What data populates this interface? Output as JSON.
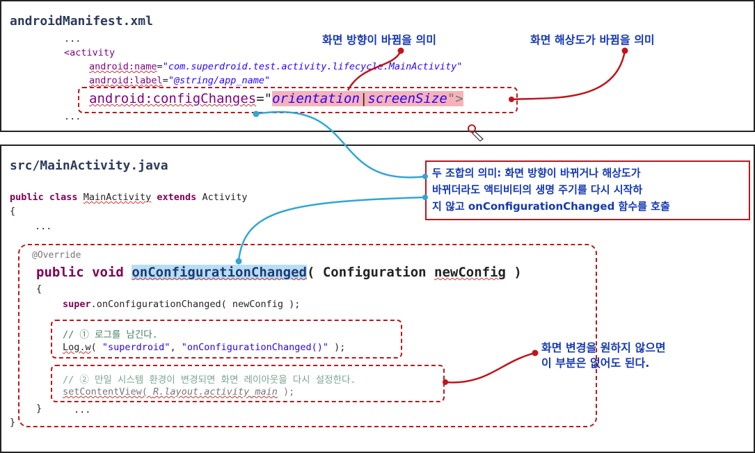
{
  "manifest": {
    "title": "androidManifest.xml",
    "dots_top": "...",
    "activity_open": "<activity",
    "name_attr": "android:name",
    "name_value": "\"com.superdroid.test.activity.lifecycle.MainActivity\"",
    "label_attr": "android:label",
    "label_value": "\"@string/app_name\"",
    "config_attr": "android:configChanges",
    "config_eq": "=\"",
    "config_orientation": "orientation",
    "config_pipe": "|",
    "config_screensize": "screenSize",
    "config_end": "\">",
    "dots_bottom": "...",
    "eq": "="
  },
  "callouts": {
    "orientation": "화면 방향이 바뀜을 의미",
    "screensize": "화면 해상도가 바뀜을 의미",
    "note_lines": [
      "두 조합의 의미: 화면 방향이 바뀌거나 해상도가",
      "바뀌더라도 액티비티의 생명 주기를 다시 시작하",
      "지 않고 onConfigurationChanged 함수를 호출"
    ],
    "optional_lines": [
      "화면 변경을 원하지 않으면",
      "이 부분은 없어도 된다."
    ]
  },
  "java": {
    "title": "src/MainActivity.java",
    "kw_public": "public",
    "kw_class": "class",
    "class_name": "MainActivity",
    "kw_extends": "extends",
    "super_class": "Activity",
    "brace_open": "{",
    "dots1": "...",
    "override": "@Override",
    "kw_void": "void",
    "method_name": "onConfigurationChanged",
    "params_open": "( Configuration",
    "param_name": "newConfig",
    "params_close": " )",
    "inner_brace_open": "{",
    "super_kw": "super",
    "super_call": ".onConfigurationChanged( newConfig );",
    "comment1": "// ① 로그를 남긴다.",
    "log_call_prefix": "Log.w",
    "log_call_open": "( ",
    "log_arg1": "\"superdroid\"",
    "log_comma": ", ",
    "log_arg2": "\"onConfigurationChanged()\"",
    "log_close": " );",
    "comment2": "// ② 만일 시스템 환경이 변경되면 화면 레이아웃을 다시 설정한다.",
    "setcontent_prefix": "setContentView( ",
    "setcontent_arg": "R.layout.activity_main",
    "setcontent_close": " );",
    "inner_brace_close": "}",
    "dots2": "...",
    "brace_close": "}"
  },
  "colors": {
    "callout_text": "#1538b5",
    "dashed_border": "#c0141b",
    "connector_red": "#c0141b",
    "connector_blue": "#2fa6d6",
    "highlight_red": "#f6b3b7",
    "highlight_blue": "#b8def5"
  }
}
